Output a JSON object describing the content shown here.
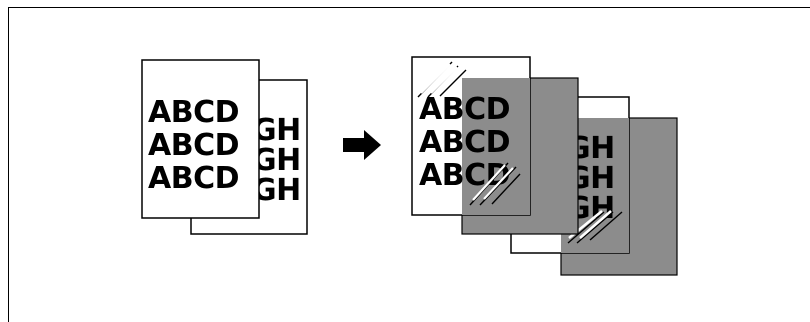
{
  "left_group": {
    "front_page_lines": [
      "ABCD",
      "ABCD",
      "ABCD"
    ],
    "back_page_lines": [
      "GH",
      "GH",
      "GH"
    ]
  },
  "arrow_icon": "right-arrow-icon",
  "right_group": {
    "front_page_lines": [
      "ABCD",
      "ABCD",
      "ABCD"
    ],
    "back_page_lines": [
      "GH",
      "GH",
      "GH"
    ],
    "shade_color": "#8c8c8c"
  }
}
